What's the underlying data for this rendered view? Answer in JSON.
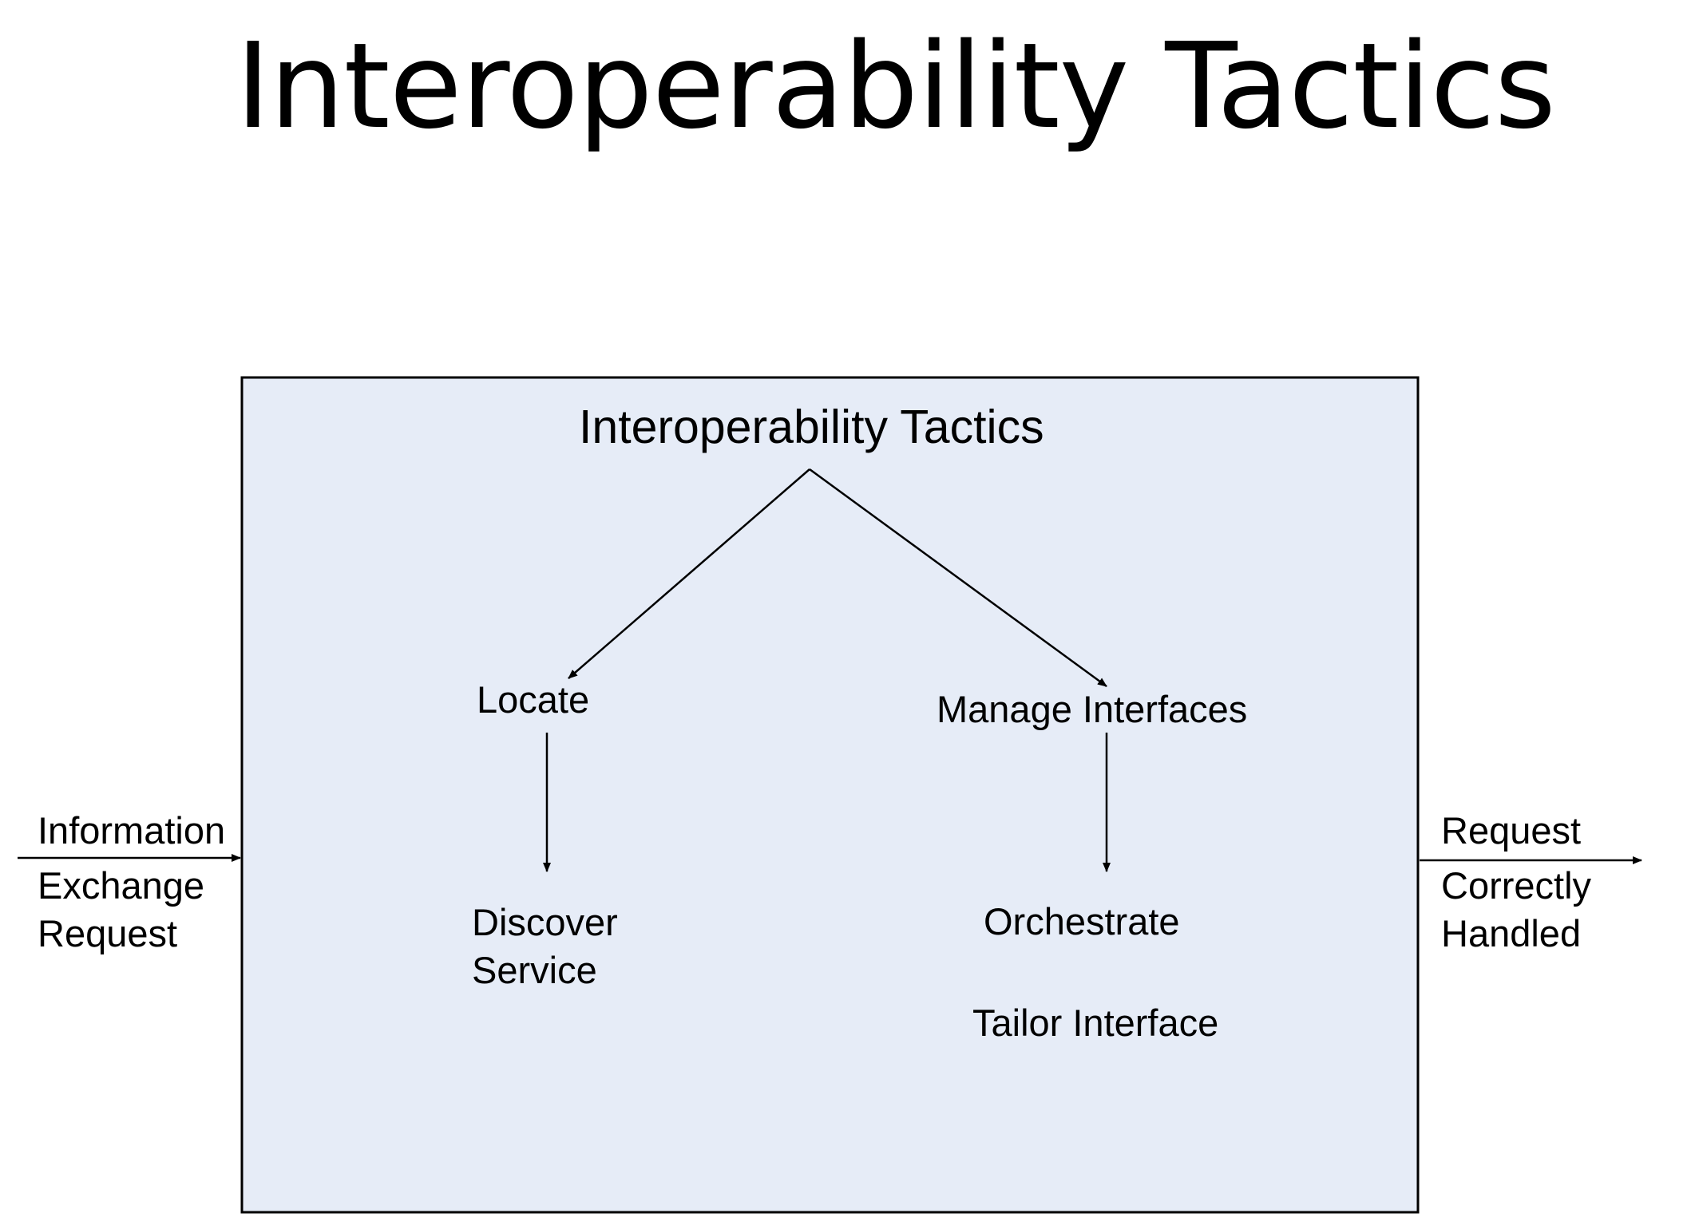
{
  "slide": {
    "title": "Interoperability Tactics"
  },
  "diagram": {
    "box_title": "Interoperability Tactics",
    "categories": [
      {
        "label": "Locate",
        "tactics": [
          "Discover Service"
        ]
      },
      {
        "label": "Manage Interfaces",
        "tactics": [
          "Orchestrate",
          "Tailor Interface"
        ]
      }
    ],
    "input": {
      "lines": [
        "Information",
        "Exchange",
        "Request"
      ]
    },
    "output": {
      "lines": [
        "Request",
        "Correctly",
        "Handled"
      ]
    }
  },
  "colors": {
    "box_fill": "#e6ecf7",
    "box_stroke": "#000000",
    "arrow": "#000000"
  }
}
